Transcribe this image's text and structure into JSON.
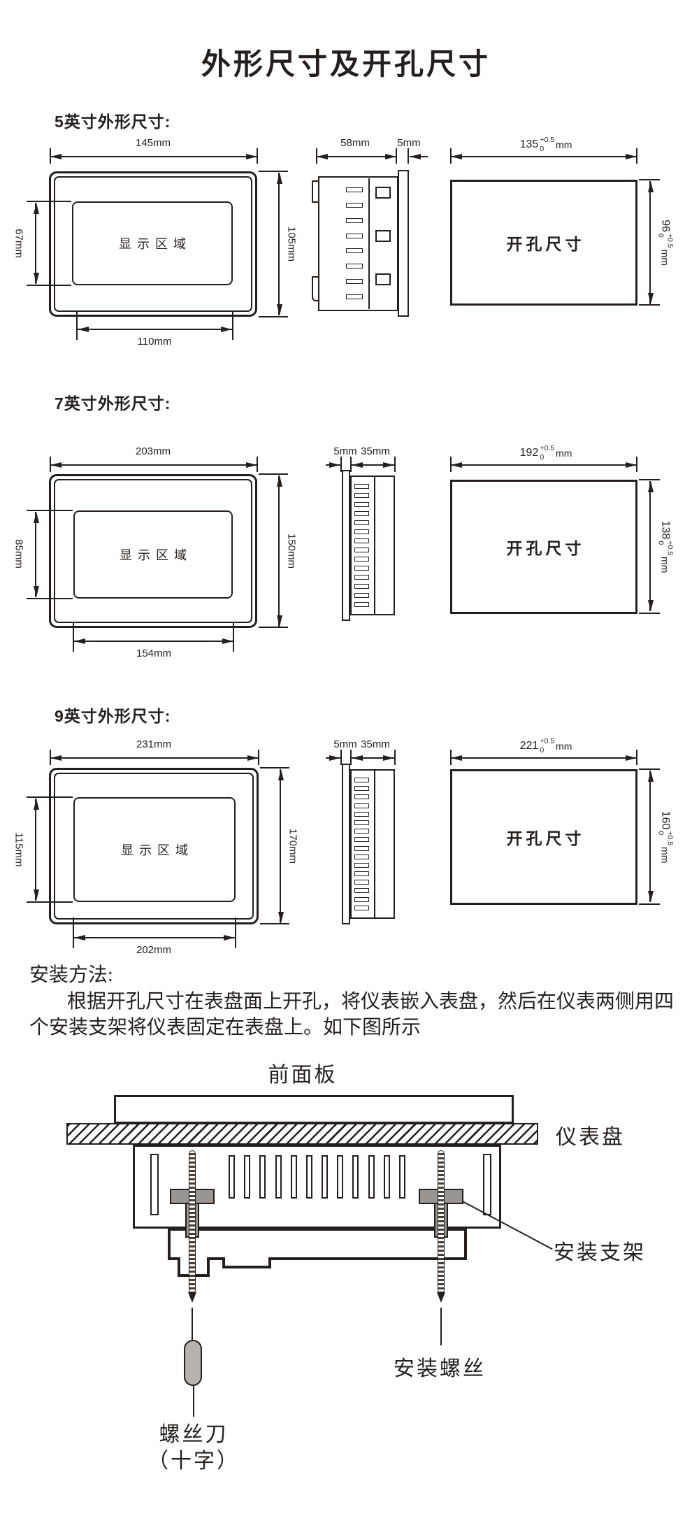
{
  "page_title": "外形尺寸及开孔尺寸",
  "colors": {
    "ink": "#241f1c",
    "bracket_gray": "#9a9591",
    "blade_gray": "#b5b2af",
    "background": "#ffffff"
  },
  "sections": [
    {
      "heading": "5英寸外形尺寸:",
      "front": {
        "width": "145mm",
        "display_height": "67mm",
        "height": "105mm",
        "display_width": "110mm",
        "display_label": "显示区域"
      },
      "side": {
        "depth": "58mm",
        "bezel": "5mm"
      },
      "cutout": {
        "label": "开孔尺寸",
        "width": {
          "v": "135",
          "tp": "+0.5",
          "tb": "0",
          "u": "mm"
        },
        "height": {
          "v": "96",
          "tp": "+0.5",
          "tb": "0",
          "u": "mm"
        }
      }
    },
    {
      "heading": "7英寸外形尺寸:",
      "front": {
        "width": "203mm",
        "display_height": "85mm",
        "height": "150mm",
        "display_width": "154mm",
        "display_label": "显示区域"
      },
      "side": {
        "bezel": "5mm",
        "depth": "35mm"
      },
      "cutout": {
        "label": "开孔尺寸",
        "width": {
          "v": "192",
          "tp": "+0.5",
          "tb": "0",
          "u": "mm"
        },
        "height": {
          "v": "138",
          "tp": "+0.5",
          "tb": "0",
          "u": "mm"
        }
      }
    },
    {
      "heading": "9英寸外形尺寸:",
      "front": {
        "width": "231mm",
        "display_height": "115mm",
        "height": "170mm",
        "display_width": "202mm",
        "display_label": "显示区域"
      },
      "side": {
        "bezel": "5mm",
        "depth": "35mm"
      },
      "cutout": {
        "label": "开孔尺寸",
        "width": {
          "v": "221",
          "tp": "+0.5",
          "tb": "0",
          "u": "mm"
        },
        "height": {
          "v": "160",
          "tp": "+0.5",
          "tb": "0",
          "u": "mm"
        }
      }
    }
  ],
  "installation": {
    "heading": "安装方法:",
    "paragraph_line1": "根据开孔尺寸在表盘面上开孔，将仪表嵌入表盘，然后在仪表两侧用四",
    "paragraph_line2": "个安装支架将仪表固定在表盘上。如下图所示",
    "labels": {
      "front_panel": "前面板",
      "instrument_panel": "仪表盘",
      "mounting_bracket": "安装支架",
      "mounting_screw": "安装螺丝",
      "screwdriver": "螺丝刀",
      "screwdriver_type": "（十字）"
    }
  }
}
